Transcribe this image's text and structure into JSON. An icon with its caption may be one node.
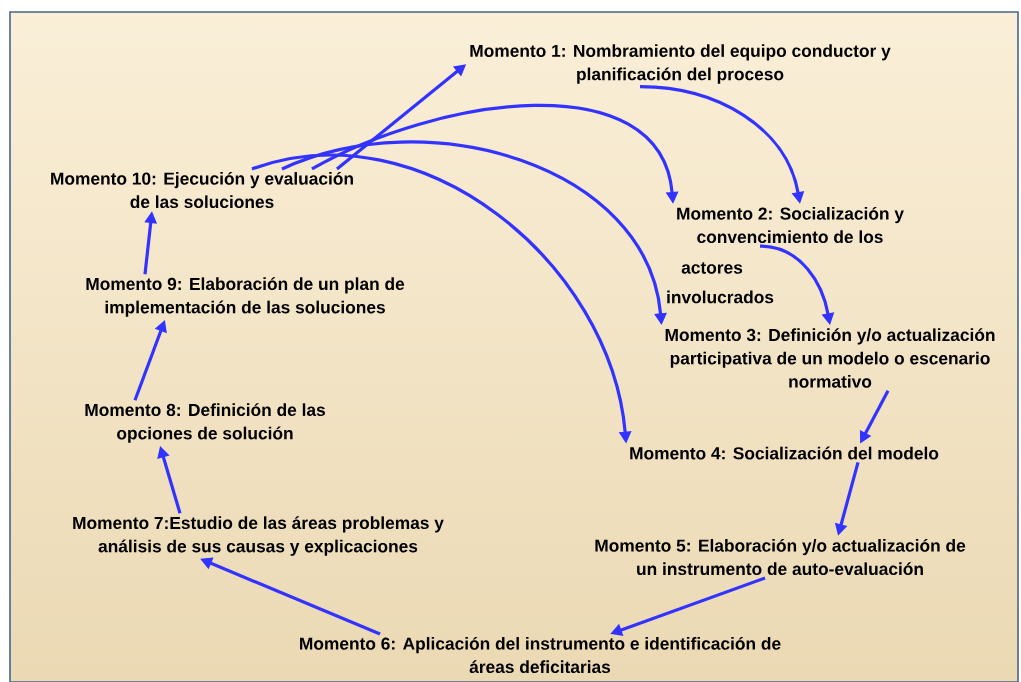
{
  "diagram": {
    "nodes": [
      {
        "text": [
          "Momento 1:  Nombramiento del equipo conductor y planificación del proceso"
        ]
      },
      {
        "text": [
          "Momento  2:  Socialización y convencimiento de los",
          "actores",
          "involucrados"
        ]
      },
      {
        "text": [
          "Momento 3: Definición y/o actualización participativa de un modelo o escenario normativo"
        ]
      },
      {
        "text": [
          "Momento 4:  Socialización del modelo"
        ]
      },
      {
        "text": [
          "Momento 5: Elaboración y/o actualización de un  instrumento de auto-evaluación"
        ]
      },
      {
        "text": [
          "Momento  6: Aplicación del instrumento e identificación de áreas deficitarias"
        ]
      },
      {
        "text": [
          "Momento 7:Estudio de las áreas problemas y análisis de sus causas y explicaciones"
        ]
      },
      {
        "text": [
          "Momento  8: Definición de las opciones de solución"
        ]
      },
      {
        "text": [
          "Momento  9: Elaboración de un plan de implementación de las soluciones"
        ]
      },
      {
        "text": [
          "Momento 10: Ejecución y evaluación de las soluciones"
        ]
      }
    ],
    "edges": [
      {
        "from": 9,
        "to": 0,
        "arrow": "to"
      },
      {
        "from": 0,
        "to": 1,
        "arrow": "to"
      },
      {
        "from": 1,
        "to": 2,
        "arrow": "to"
      },
      {
        "from": 2,
        "to": 3,
        "arrow": "to"
      },
      {
        "from": 3,
        "to": 4,
        "arrow": "to"
      },
      {
        "from": 4,
        "to": 5,
        "arrow": "to"
      },
      {
        "from": 5,
        "to": 6,
        "arrow": "to"
      },
      {
        "from": 6,
        "to": 7,
        "arrow": "to"
      },
      {
        "from": 7,
        "to": 8,
        "arrow": "to"
      },
      {
        "from": 8,
        "to": 9,
        "arrow": "to"
      },
      {
        "from": 9,
        "to": 1,
        "arrow": "to"
      },
      {
        "from": 9,
        "to": 2,
        "arrow": "to"
      },
      {
        "from": 9,
        "to": 3,
        "arrow": "to"
      }
    ]
  }
}
